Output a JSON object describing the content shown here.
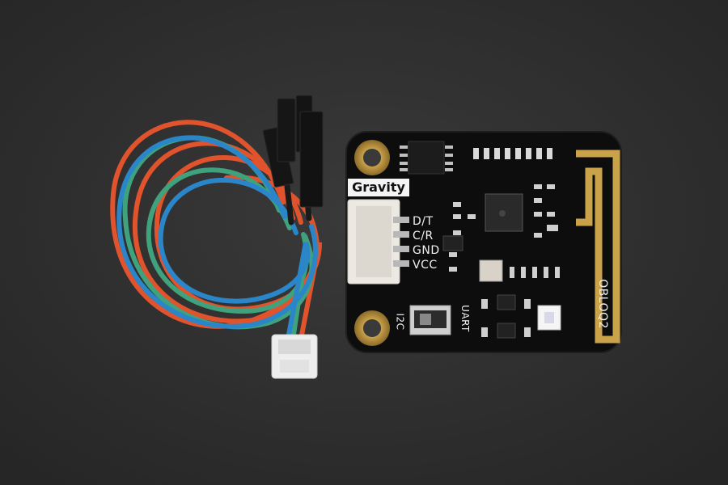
{
  "board": {
    "brand": "Gravity",
    "pins": [
      "D/T",
      "C/R",
      "GND",
      "VCC"
    ],
    "switch_left": "I2C",
    "switch_right": "UART",
    "model": "OBLOQ2"
  },
  "colors": {
    "background": "#2e2e2e",
    "pcb": "#0d0d0d",
    "gold": "#c9a24a",
    "wire_red": "#e0532c",
    "wire_green": "#3fa27d",
    "wire_blue": "#2a86c9",
    "wire_black": "#1a1a1a"
  }
}
